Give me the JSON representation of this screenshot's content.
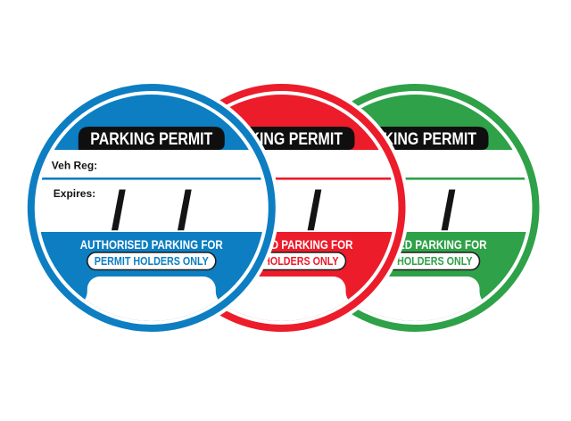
{
  "figure": {
    "background": "#ffffff"
  },
  "permits": {
    "labels": {
      "title": "PARKING PERMIT",
      "veh_reg": "Veh Reg:",
      "expires": "Expires:",
      "date_separator": "/",
      "authorised": "AUTHORISED PARKING FOR",
      "holders": "PERMIT HOLDERS ONLY"
    },
    "banner_color": "#0f0f0f",
    "ink_color": "#141414",
    "pill_border_color": "#1f1f1f",
    "pill_fill": "#ffffff",
    "items": [
      {
        "id": "green",
        "accent": "#2fa148"
      },
      {
        "id": "red",
        "accent": "#ec1c2b"
      },
      {
        "id": "blue",
        "accent": "#0d7ec2"
      }
    ]
  }
}
